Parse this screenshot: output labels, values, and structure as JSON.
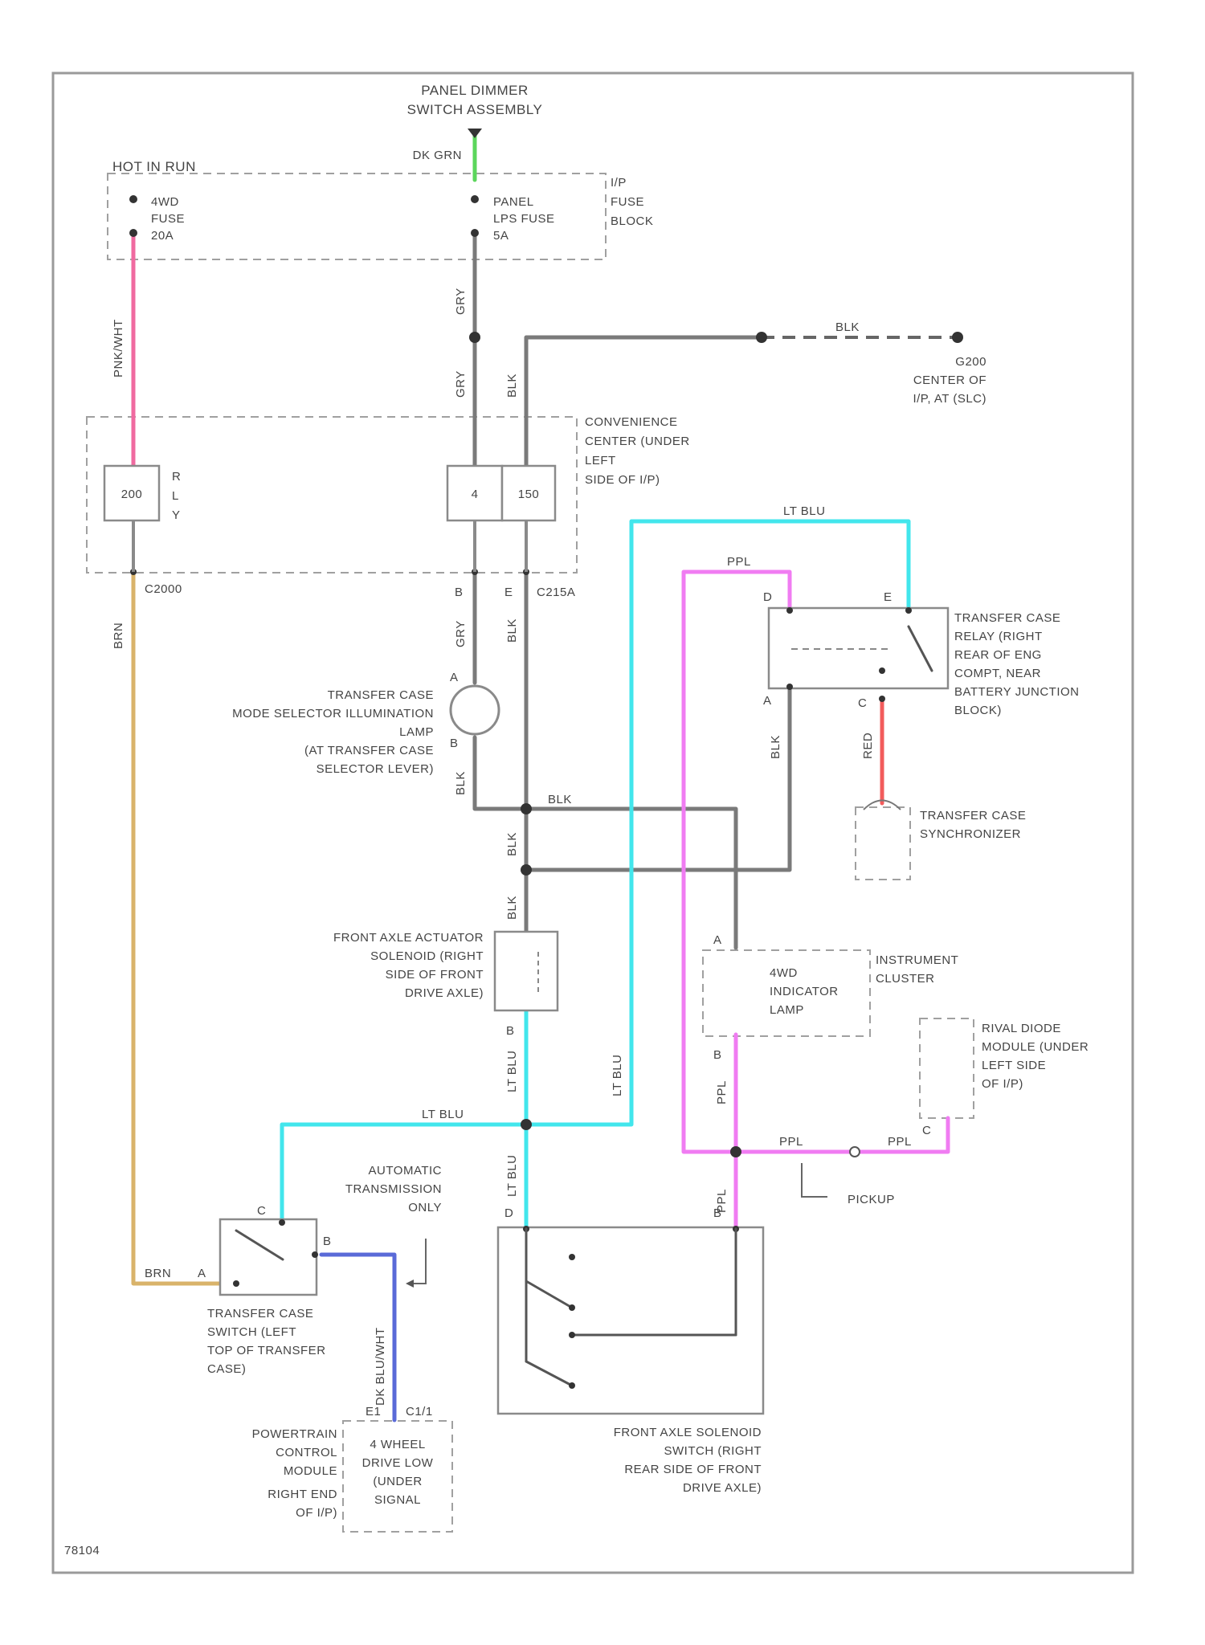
{
  "colors": {
    "background": "#ffffff",
    "frame": "#9a9a9a",
    "wire_gray": "#7a7a7a",
    "wire_pink": "#f06aa0",
    "wire_tan": "#d9b36a",
    "wire_cyan": "#42e6ec",
    "wire_magenta": "#f07cf2",
    "wire_red": "#f25c5c",
    "wire_blue": "#5a6ad8",
    "wire_green": "#5cd65c"
  },
  "header": {
    "panel_dimmer": [
      "PANEL DIMMER",
      "SWITCH ASSEMBLY"
    ],
    "dk_grn": "DK GRN"
  },
  "fuse_block": {
    "hot_label": "HOT IN RUN",
    "fuse1": [
      "4WD",
      "FUSE",
      "20A"
    ],
    "fuse2": [
      "PANEL",
      "LPS FUSE",
      "5A"
    ],
    "block": [
      "I/P",
      "FUSE",
      "BLOCK"
    ]
  },
  "wires": {
    "pnk_wht": "PNK/WHT",
    "gry_1": "GRY",
    "gry_2": "GRY",
    "gry_3": "GRY",
    "blk_top": "BLK",
    "blk_g": "BLK",
    "brn": "BRN",
    "blk_2": "BLK",
    "blk_3": "BLK",
    "blk_4": "BLK",
    "blk_5": "BLK",
    "blk_6": "BLK",
    "lt_blu_top": "LT BLU",
    "lt_blu_mid": "LT BLU",
    "lt_blu_v1": "LT BLU",
    "lt_blu_v2": "LT BLU",
    "lt_blu_v3": "LT BLU",
    "ppl_top": "PPL",
    "ppl_v": "PPL",
    "ppl_h1": "PPL",
    "ppl_h2": "PPL",
    "ppl_v2": "PPL",
    "red": "RED",
    "brn_sw": "BRN",
    "dk_blu_wht": "DK BLU/WHT"
  },
  "ground": [
    "G200",
    "CENTER OF",
    "I/P, AT (SLC)"
  ],
  "convenience_center": {
    "label": [
      "CONVENIENCE",
      "CENTER (UNDER",
      "LEFT",
      "SIDE OF I/P)"
    ],
    "cell_left": "200",
    "cell_mid": "4",
    "cell_right": "150",
    "side_label": [
      "R",
      "L",
      "Y"
    ],
    "connector_left": "C2000",
    "connector_right": "C215A",
    "pin_b": "B",
    "pin_e": "E"
  },
  "lamp": {
    "label": [
      "TRANSFER CASE",
      "MODE SELECTOR ILLUMINATION",
      "LAMP",
      "(AT TRANSFER CASE",
      "SELECTOR LEVER)"
    ],
    "pin_a": "A",
    "pin_b": "B"
  },
  "relay": {
    "label": [
      "TRANSFER CASE",
      "RELAY (RIGHT",
      "REAR OF ENG",
      "COMPT, NEAR",
      "BATTERY JUNCTION",
      "BLOCK)"
    ],
    "pin_d": "D",
    "pin_e": "E",
    "pin_a": "A",
    "pin_c": "C"
  },
  "synchronizer": [
    "TRANSFER CASE",
    "SYNCHRONIZER"
  ],
  "actuator": {
    "label": [
      "FRONT AXLE ACTUATOR",
      "SOLENOID (RIGHT",
      "SIDE OF FRONT",
      "DRIVE AXLE)"
    ],
    "pin_b": "B"
  },
  "cluster": {
    "label": [
      "INSTRUMENT",
      "CLUSTER"
    ],
    "lamp": [
      "4WD",
      "INDICATOR",
      "LAMP"
    ],
    "pin_a": "A",
    "pin_b": "B"
  },
  "diode": {
    "label": [
      "RIVAL DIODE",
      "MODULE (UNDER",
      "LEFT SIDE",
      "OF I/P)"
    ],
    "pin_c": "C"
  },
  "pickup": "PICKUP",
  "transfer_switch": {
    "label": [
      "TRANSFER CASE",
      "SWITCH (LEFT",
      "TOP OF TRANSFER",
      "CASE)"
    ],
    "pin_c": "C",
    "pin_a": "A",
    "pin_b": "B"
  },
  "auto_trans": [
    "AUTOMATIC",
    "TRANSMISSION",
    "ONLY"
  ],
  "pcm": {
    "label": [
      "POWERTRAIN",
      "CONTROL",
      "MODULE",
      "RIGHT END",
      "OF I/P)"
    ],
    "inner": [
      "4 WHEEL",
      "DRIVE LOW",
      "(UNDER",
      "SIGNAL"
    ],
    "pin": "E1",
    "connector": "C1/1"
  },
  "axle_switch": {
    "label": [
      "FRONT AXLE SOLENOID",
      "SWITCH (RIGHT",
      "REAR SIDE OF FRONT",
      "DRIVE AXLE)"
    ],
    "pin_d": "D",
    "pin_b": "B"
  },
  "figure_id": "78104"
}
